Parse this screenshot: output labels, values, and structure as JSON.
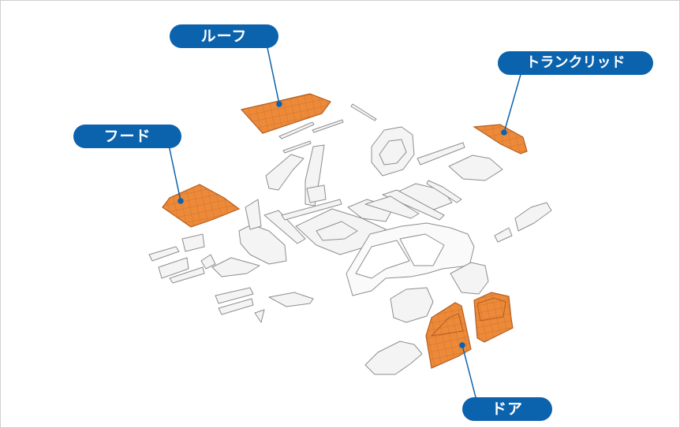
{
  "colors": {
    "accent": "#0b62ad",
    "highlight": "#ec8a3a",
    "part_line": "#8e8e8e"
  },
  "labels": {
    "roof": "ルーフ",
    "hood": "フード",
    "trunk_lid": "トランクリッド",
    "door": "ドア"
  }
}
